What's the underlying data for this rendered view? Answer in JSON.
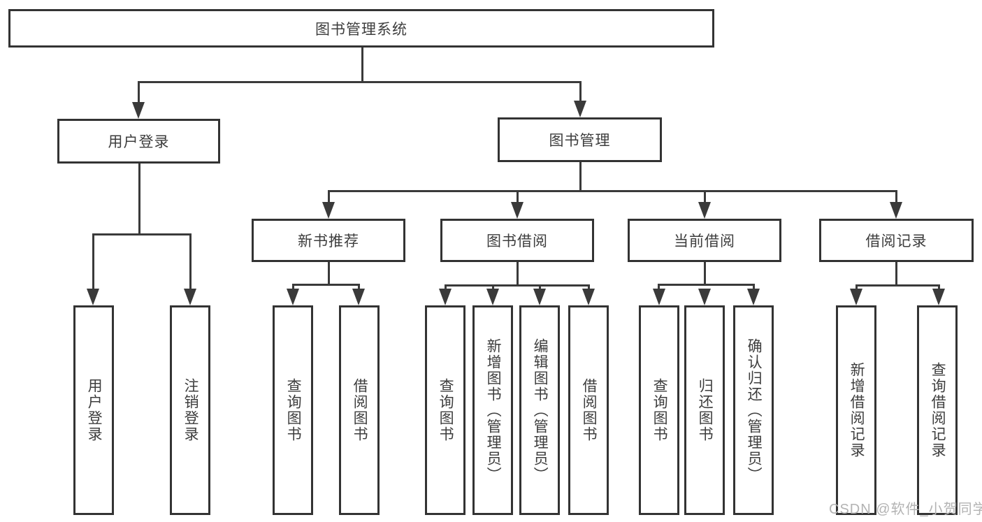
{
  "diagram": {
    "root": {
      "label": "图书管理系统"
    },
    "level1": [
      {
        "label": "用户登录"
      },
      {
        "label": "图书管理"
      }
    ],
    "level2": [
      {
        "label": "新书推荐"
      },
      {
        "label": "图书借阅"
      },
      {
        "label": "当前借阅"
      },
      {
        "label": "借阅记录"
      }
    ],
    "leaves": {
      "login": [
        {
          "label": "用户登录"
        },
        {
          "label": "注销登录"
        }
      ],
      "newbook": [
        {
          "label": "查询图书"
        },
        {
          "label": "借阅图书"
        }
      ],
      "borrow": [
        {
          "label": "查询图书"
        },
        {
          "label": "新增图书（管理员）"
        },
        {
          "label": "编辑图书（管理员）"
        },
        {
          "label": "借阅图书"
        }
      ],
      "current": [
        {
          "label": "查询图书"
        },
        {
          "label": "归还图书"
        },
        {
          "label": "确认归还（管理员）"
        }
      ],
      "records": [
        {
          "label": "新增借阅记录"
        },
        {
          "label": "查询借阅记录"
        }
      ]
    },
    "colors": {
      "line": "#3a3a3a",
      "border": "#333333",
      "text": "#3d3d3d",
      "watermark": "#b3b3b3",
      "background": "#ffffff"
    }
  },
  "watermark": {
    "text": "CSDN @软件_小贺同学"
  }
}
